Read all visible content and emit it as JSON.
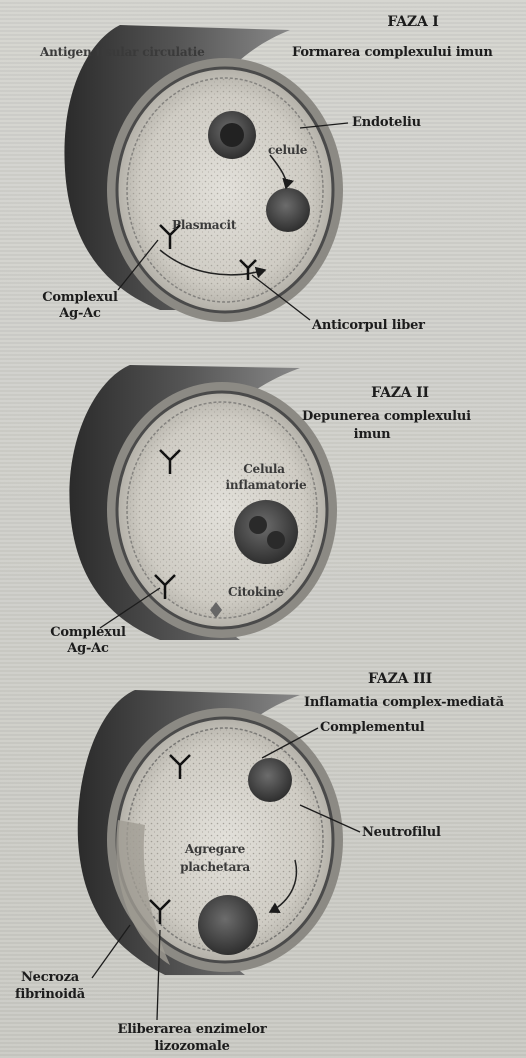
{
  "phase1": {
    "title": "FAZA I",
    "subtitle": "Formarea complexului imun",
    "antigen": "Antigen tisular circulatie",
    "endothelium": "Endoteliu",
    "cells": "celule",
    "plasmacyte": "Plasmacit",
    "complex": "Complexul",
    "complex2": "Ag-Ac",
    "antibody": "Anticorpul liber"
  },
  "phase2": {
    "title": "FAZA II",
    "subtitle": "Depunerea complexului",
    "subtitle2": "imun",
    "inflam_cell": "Celula",
    "inflam_cell2": "inflamatorie",
    "cytokines": "Citokine",
    "complex": "Complexul",
    "complex2": "Ag-Ac"
  },
  "phase3": {
    "title": "FAZA III",
    "subtitle": "Inflamatia complex-mediată",
    "complement": "Complementul",
    "neutrophil": "Neutrofilul",
    "platelet": "Agregare",
    "platelet2": "plachetara",
    "necrosis": "Necroza",
    "necrosis2": "fibrinoidă",
    "enzymes": "Eliberarea enzimelor",
    "enzymes2": "lizozomale"
  }
}
